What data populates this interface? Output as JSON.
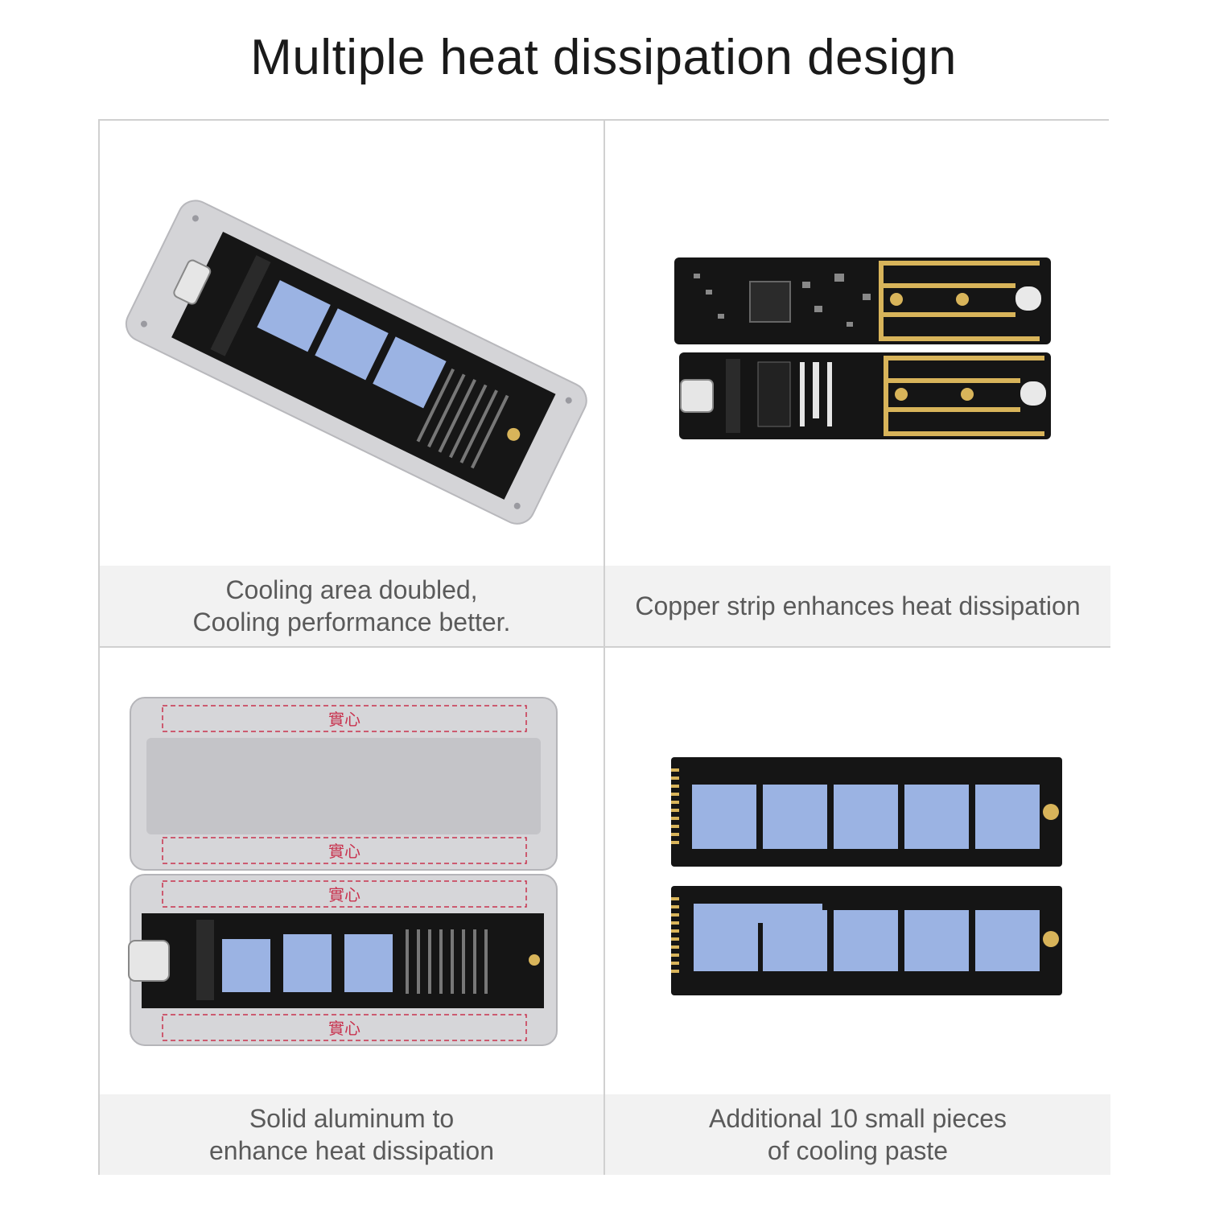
{
  "title": "Multiple heat dissipation design",
  "panels": [
    {
      "caption_lines": [
        "Cooling area doubled,",
        "Cooling performance better."
      ],
      "icon": "enclosure-with-ssd-icon"
    },
    {
      "caption_lines": [
        "Copper strip enhances heat dissipation"
      ],
      "icon": "adapter-board-icon"
    },
    {
      "caption_lines": [
        "Solid aluminum to",
        "enhance heat dissipation"
      ],
      "icon": "open-aluminum-case-icon",
      "solid_label": "實心"
    },
    {
      "caption_lines": [
        "Additional 10 small pieces",
        "of cooling paste"
      ],
      "icon": "ssd-with-thermal-pads-icon"
    }
  ],
  "colors": {
    "pad_blue": "#9bb3e3",
    "pcb_black": "#151515",
    "gold": "#d8b45a",
    "aluminum": "#cfcfd2",
    "solid_label_red": "#c8324e"
  }
}
